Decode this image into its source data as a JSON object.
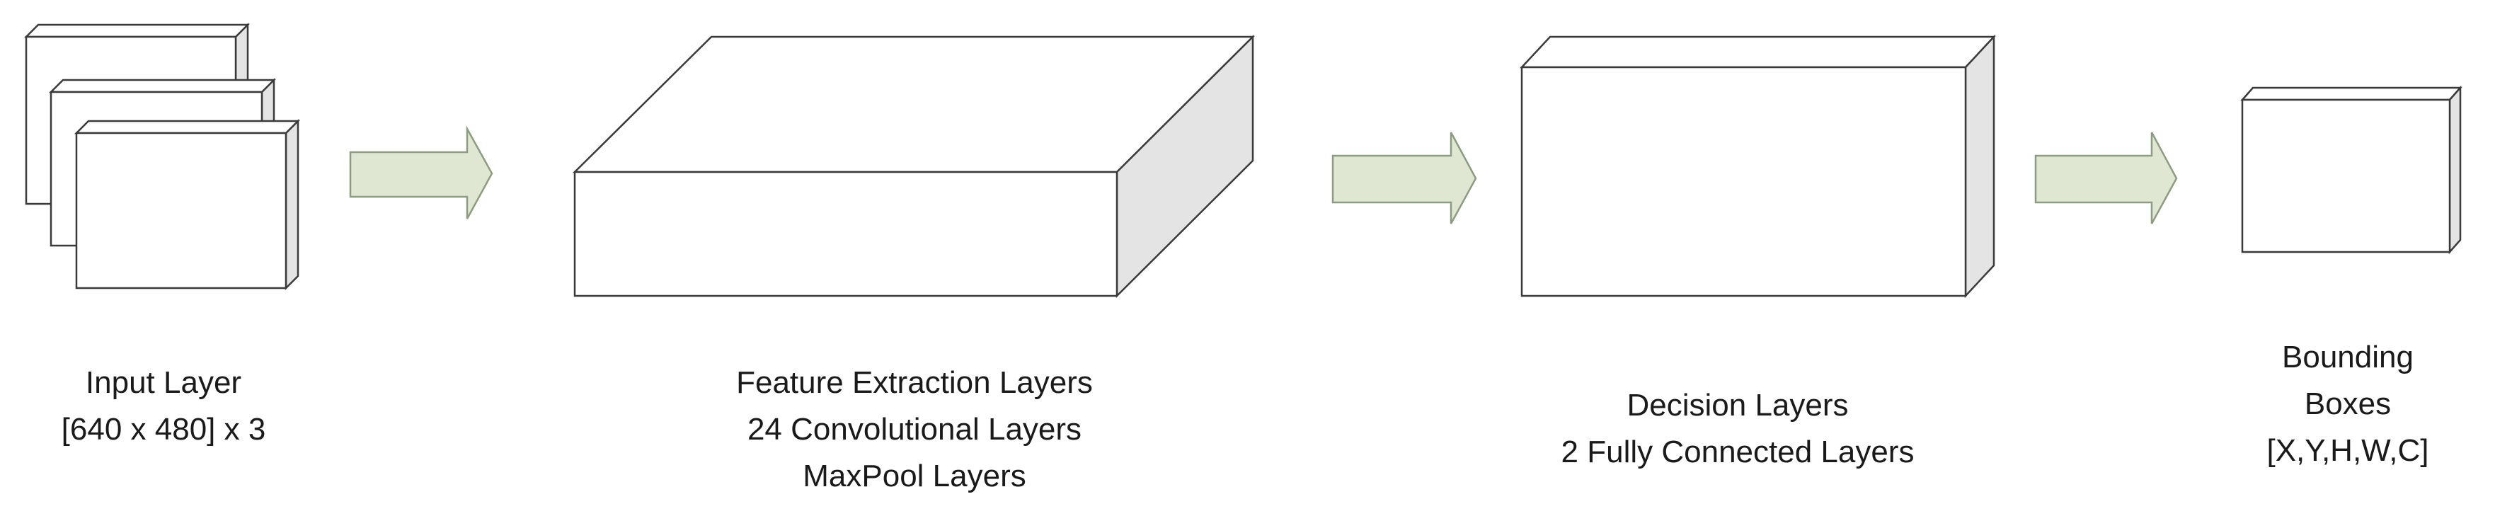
{
  "colors": {
    "arrow_fill": "#dfe7d3",
    "arrow_stroke": "#8c9c80",
    "box_side": "#e4e4e4",
    "box_outline": "#3a3a3a",
    "text": "#1a1a1a"
  },
  "stages": {
    "input": {
      "lines": [
        "Input Layer",
        "[640 x 480] x 3"
      ]
    },
    "feature": {
      "lines": [
        "Feature Extraction Layers",
        "24 Convolutional Layers",
        "MaxPool Layers"
      ]
    },
    "decision": {
      "lines": [
        "Decision Layers",
        "2 Fully Connected Layers"
      ]
    },
    "output": {
      "lines": [
        "Bounding",
        "Boxes",
        "[X,Y,H,W,C]"
      ]
    }
  }
}
